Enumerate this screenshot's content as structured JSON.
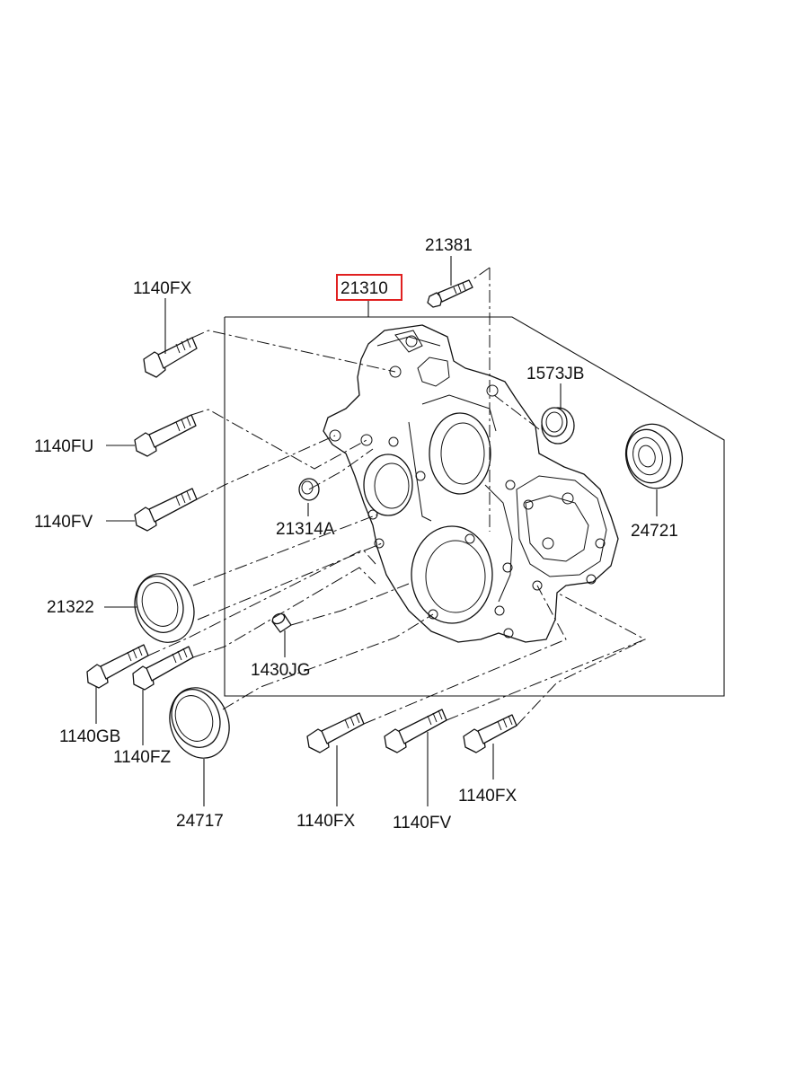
{
  "diagram": {
    "highlight_color": "#e02020",
    "labels": {
      "p21381": "21381",
      "p21310": "21310",
      "p1140FX_top": "1140FX",
      "p1573JB": "1573JB",
      "p1140FU": "1140FU",
      "p24721": "24721",
      "p21314A": "21314A",
      "p1140FV_left": "1140FV",
      "p21322": "21322",
      "p1430JG": "1430JG",
      "p1140GB": "1140GB",
      "p1140FZ": "1140FZ",
      "p24717": "24717",
      "p1140FX_bottom": "1140FX",
      "p1140FV_bottom": "1140FV",
      "p1140FX_right": "1140FX"
    }
  }
}
